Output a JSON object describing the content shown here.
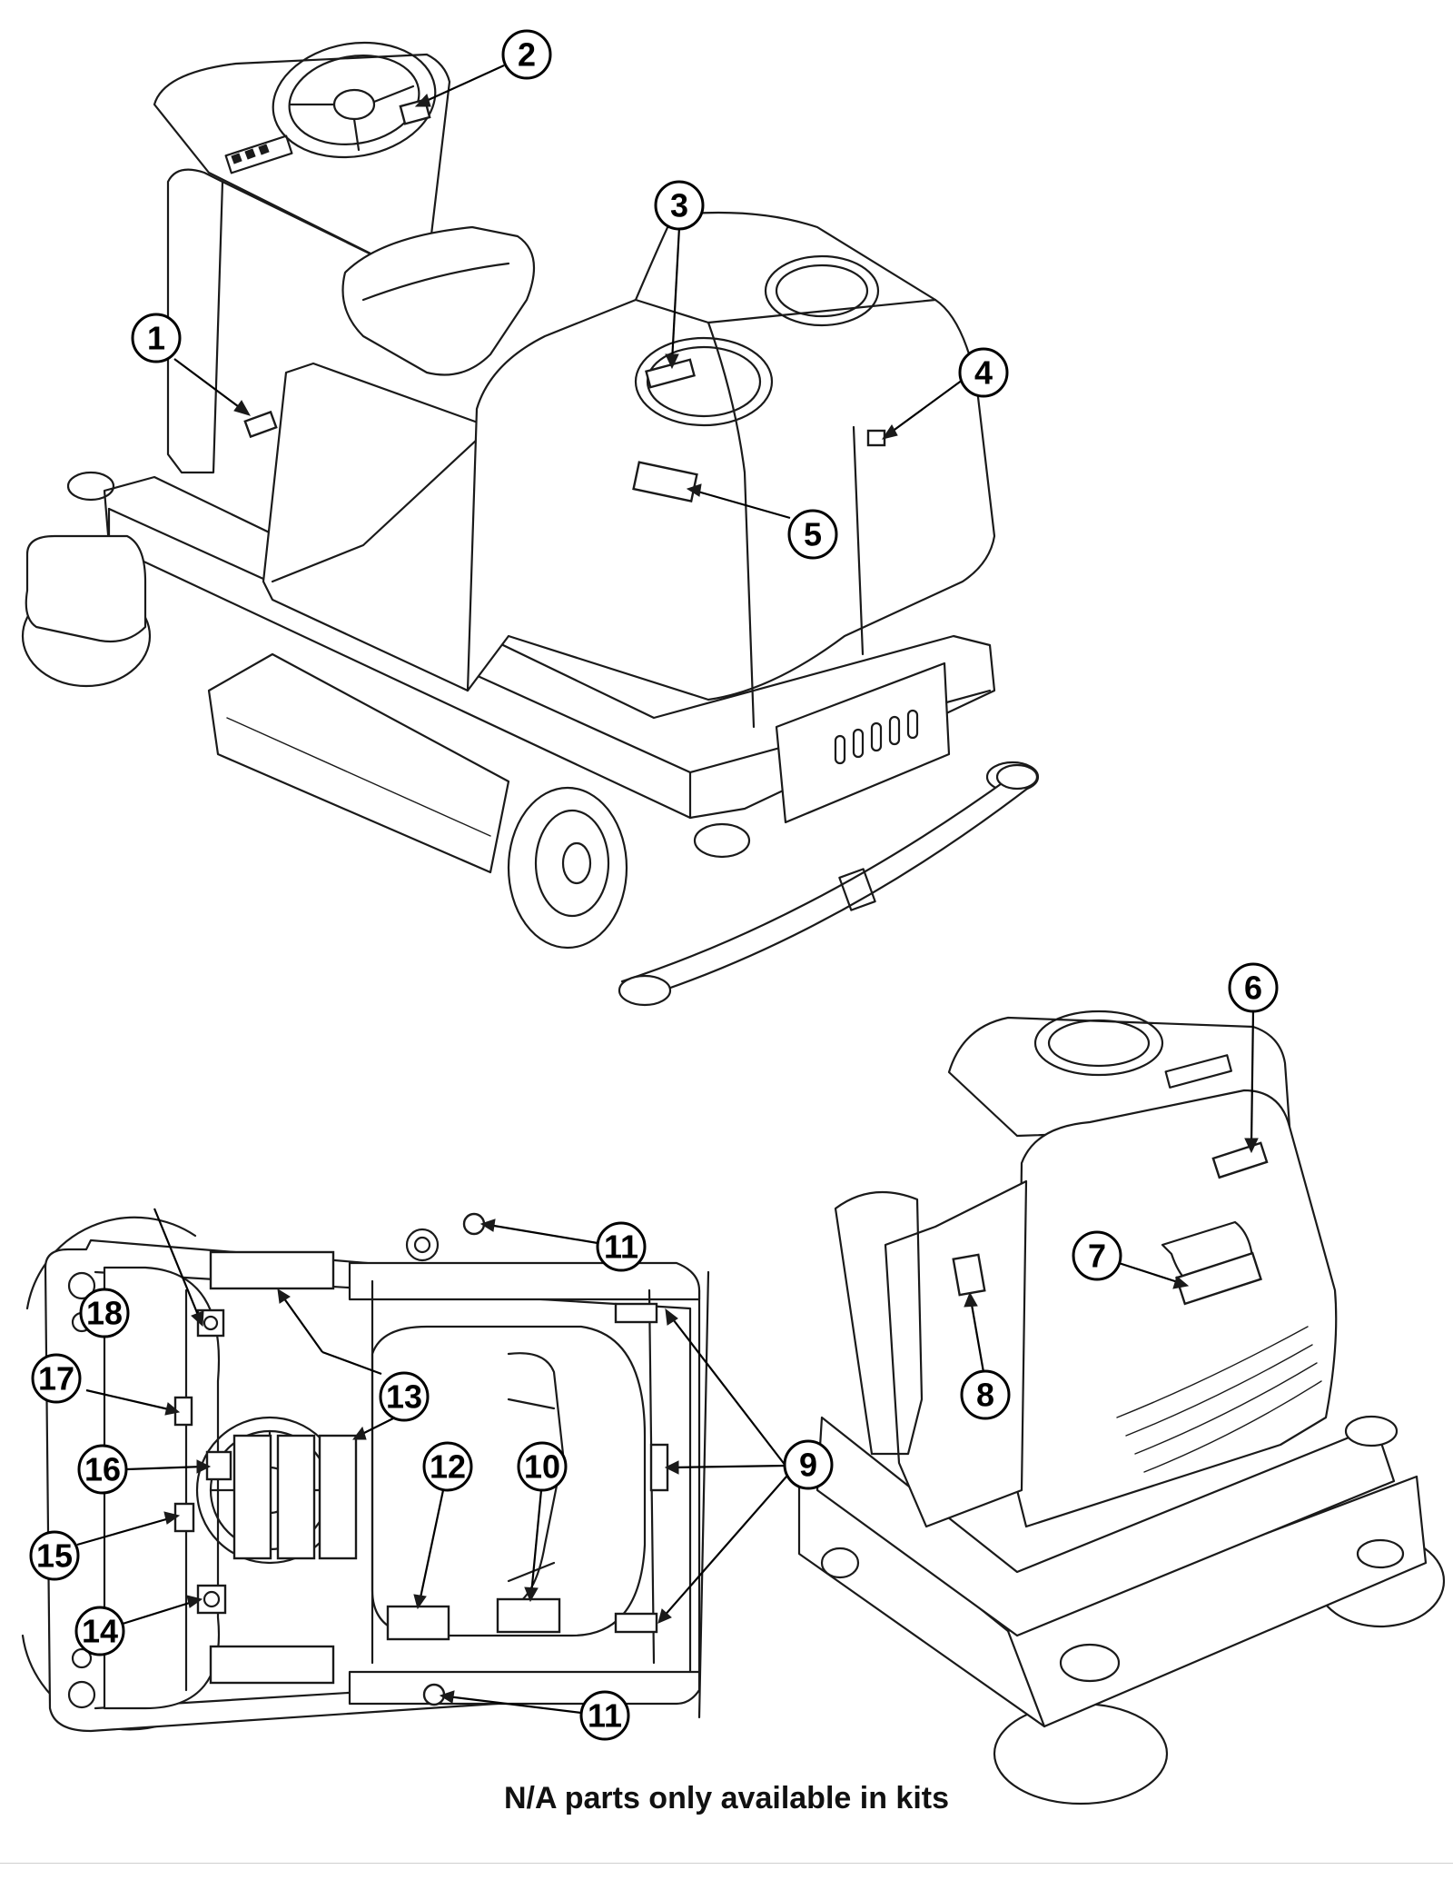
{
  "callouts": [
    {
      "id": "1",
      "text": "1"
    },
    {
      "id": "2",
      "text": "2"
    },
    {
      "id": "3",
      "text": "3"
    },
    {
      "id": "4",
      "text": "4"
    },
    {
      "id": "5",
      "text": "5"
    },
    {
      "id": "6",
      "text": "6"
    },
    {
      "id": "7",
      "text": "7"
    },
    {
      "id": "8",
      "text": "8"
    },
    {
      "id": "9",
      "text": "9"
    },
    {
      "id": "10",
      "text": "10"
    },
    {
      "id": "11a",
      "text": "11"
    },
    {
      "id": "11b",
      "text": "11"
    },
    {
      "id": "12",
      "text": "12"
    },
    {
      "id": "13",
      "text": "13"
    },
    {
      "id": "14",
      "text": "14"
    },
    {
      "id": "15",
      "text": "15"
    },
    {
      "id": "16",
      "text": "16"
    },
    {
      "id": "17",
      "text": "17"
    },
    {
      "id": "18",
      "text": "18"
    }
  ],
  "footer": {
    "note": "N/A parts only available in kits"
  }
}
